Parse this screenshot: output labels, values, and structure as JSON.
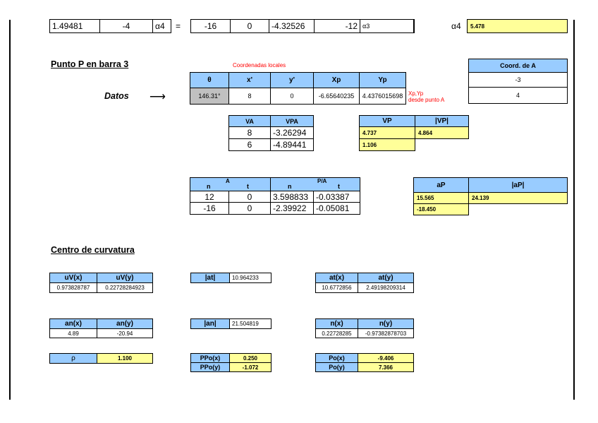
{
  "top_row": {
    "c1": "1.49481",
    "c2": "-4",
    "c3": "α4",
    "equals": "=",
    "c4": "-16",
    "c5": "0",
    "c6": "-4.32526",
    "c7": "-12",
    "c8": "α3",
    "alpha4_label": "α4",
    "alpha4_value": "5.478"
  },
  "punto_p": {
    "title": "Punto P en barra 3",
    "local_coords_note": "Coordenadas locales",
    "headers": [
      "θ",
      "x'",
      "y'",
      "Xp",
      "Yp"
    ],
    "datos_label": "Datos",
    "arrow": "⟶",
    "values": [
      "146.31°",
      "8",
      "0",
      "-6.65640235",
      "4.4376015698"
    ],
    "xp_yp_note_1": "Xp,Yp",
    "xp_yp_note_2": "desde punto A"
  },
  "coord_a": {
    "header": "Coord. de A",
    "x": "-3",
    "y": "4"
  },
  "velocity": {
    "headers": [
      "VA",
      "VPA"
    ],
    "rows": [
      [
        "8",
        "-3.26294"
      ],
      [
        "6",
        "-4.89441"
      ]
    ],
    "vp_header": "VP",
    "vp_abs_header": "|VP|",
    "vp": [
      "4.737",
      "1.106"
    ],
    "vp_abs": "4.864"
  },
  "acceleration": {
    "a_header": "A",
    "pa_header": "P/A",
    "sub_headers": [
      "n",
      "t",
      "n",
      "t"
    ],
    "rows": [
      [
        "12",
        "0",
        "3.598833",
        "-0.03387"
      ],
      [
        "-16",
        "0",
        "-2.39922",
        "-0.05081"
      ]
    ],
    "ap_header": "aP",
    "ap_abs_header": "|aP|",
    "ap": [
      "15.565",
      "-18.450"
    ],
    "ap_abs": "24.139"
  },
  "curvature": {
    "title": "Centro de curvatura",
    "uv_headers": [
      "uV(x)",
      "uV(y)"
    ],
    "uv_values": [
      "0.973828787",
      "0.22728284923"
    ],
    "at_abs_label": "|at|",
    "at_abs_value": "10.964233",
    "at_headers": [
      "at(x)",
      "at(y)"
    ],
    "at_values": [
      "10.6772856",
      "2.49198209314"
    ],
    "an_headers": [
      "an(x)",
      "an(y)"
    ],
    "an_values": [
      "4.89",
      "-20.94"
    ],
    "an_abs_label": "|an|",
    "an_abs_value": "21.504819",
    "n_headers": [
      "n(x)",
      "n(y)"
    ],
    "n_values": [
      "0.22728285",
      "-0.97382878703"
    ],
    "rho_label": "ρ",
    "rho_value": "1.100",
    "ppo_labels": [
      "PPo(x)",
      "PPo(y)"
    ],
    "ppo_values": [
      "0.250",
      "-1.072"
    ],
    "po_labels": [
      "Po(x)",
      "Po(y)"
    ],
    "po_values": [
      "-9.406",
      "7.366"
    ]
  }
}
